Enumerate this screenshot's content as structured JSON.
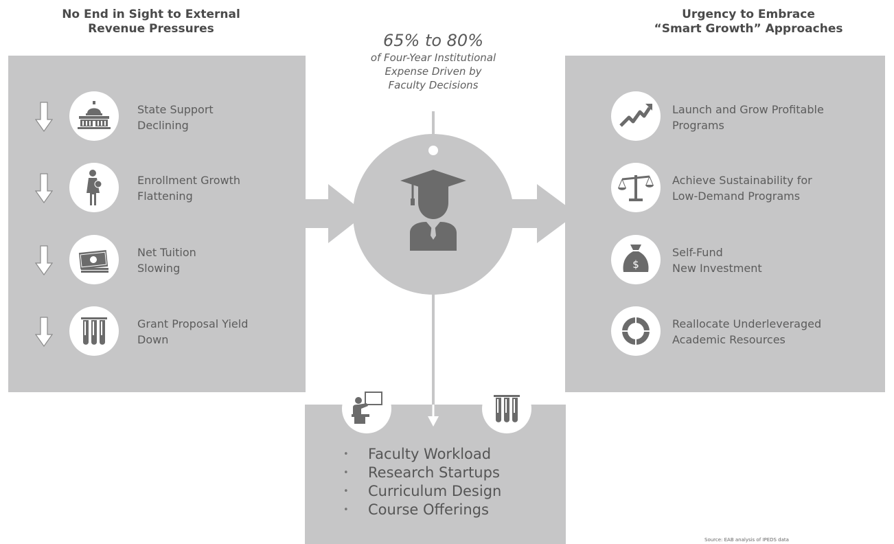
{
  "left": {
    "heading": [
      "No End in Sight to External",
      "Revenue Pressures"
    ],
    "items": [
      {
        "icon": "capitol-building-icon",
        "lines": [
          "State Support",
          "Declining"
        ]
      },
      {
        "icon": "mother-child-icon",
        "lines": [
          "Enrollment Growth",
          "Flattening"
        ]
      },
      {
        "icon": "money-stack-icon",
        "lines": [
          "Net Tuition",
          "Slowing"
        ]
      },
      {
        "icon": "test-tubes-icon",
        "lines": [
          "Grant Proposal Yield",
          "Down"
        ]
      }
    ]
  },
  "center": {
    "stat_value": "65% to 80%",
    "stat_caption": [
      "of Four-Year Institutional",
      "Expense Driven by",
      "Faculty Decisions"
    ],
    "icon": "graduate-icon",
    "bullets": [
      "Faculty Workload",
      "Research Startups",
      "Curriculum Design",
      "Course Offerings"
    ],
    "bottom_icons": [
      "teacher-icon",
      "test-tubes-icon"
    ]
  },
  "right": {
    "heading": [
      "Urgency to Embrace",
      "“Smart Growth” Approaches"
    ],
    "items": [
      {
        "icon": "trend-up-icon",
        "lines": [
          "Launch and Grow Profitable",
          "Programs"
        ]
      },
      {
        "icon": "balance-scale-icon",
        "lines": [
          "Achieve Sustainability for",
          "Low-Demand Programs"
        ]
      },
      {
        "icon": "money-bag-icon",
        "lines": [
          "Self-Fund",
          "New Investment"
        ]
      },
      {
        "icon": "cycle-arrows-icon",
        "lines": [
          "Reallocate Underleveraged",
          "Academic Resources"
        ]
      }
    ]
  },
  "source": "Source: EAB analysis of IPEDS data",
  "colors": {
    "panel": "#c6c6c7",
    "icon": "#6b6b6b",
    "text": "#5c5c5c"
  }
}
